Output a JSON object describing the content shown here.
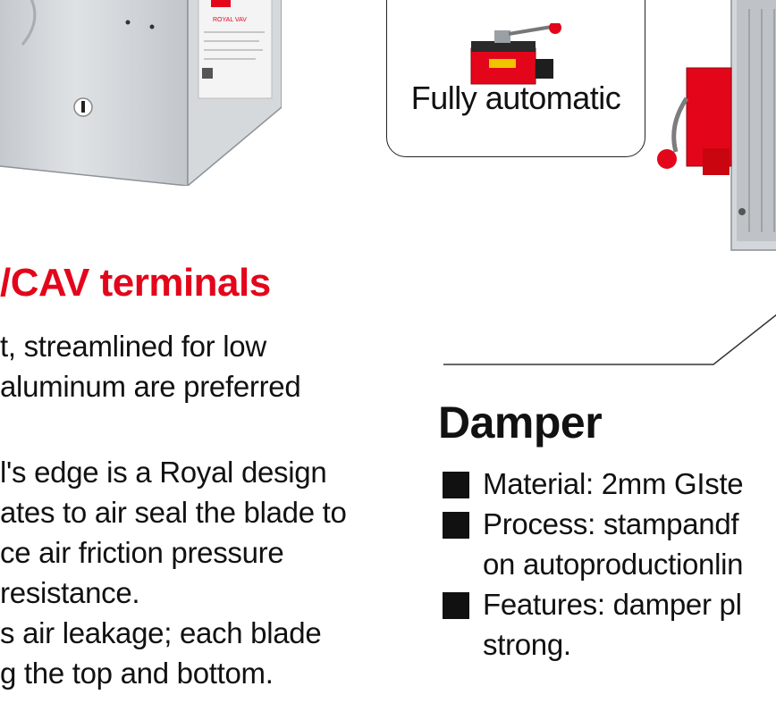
{
  "callout": {
    "label": "Fully automatic"
  },
  "left_section": {
    "title": "/CAV terminals",
    "paragraphs": [
      {
        "lines": [
          "t, streamlined for low",
          " aluminum are preferred"
        ]
      },
      {
        "lines": [
          "l's edge is a Royal design",
          "ates to air seal the blade to",
          "ce air friction pressure",
          " resistance."
        ]
      },
      {
        "lines": [
          "s air leakage; each blade",
          "g the top and bottom."
        ]
      }
    ]
  },
  "damper": {
    "title": "Damper",
    "items": [
      {
        "lines": [
          "Material: 2mm GIste"
        ]
      },
      {
        "lines": [
          "Process: stampandf",
          "on autoproductionlin"
        ]
      },
      {
        "lines": [
          "Features: damper pl",
          "strong."
        ]
      }
    ]
  },
  "brand_label": "ROYAL VAV",
  "colors": {
    "accent_red": "#e3061b",
    "text": "#111111",
    "panel_gray": "#c9ccd0"
  }
}
